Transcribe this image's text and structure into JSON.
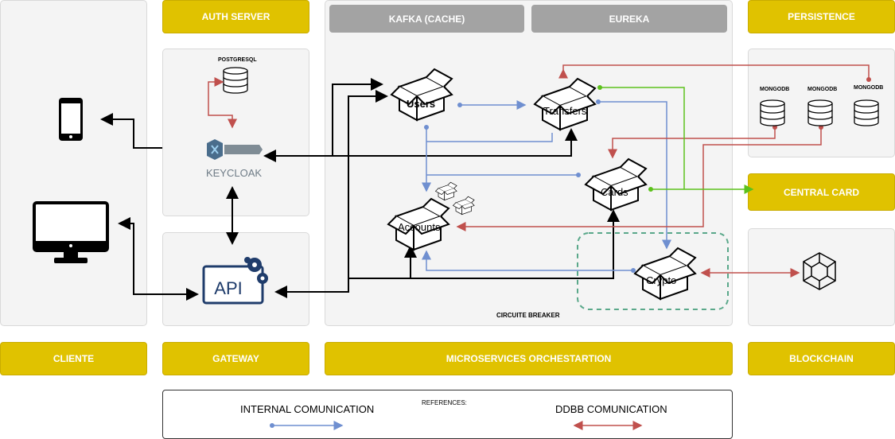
{
  "sections": {
    "cliente": "CLIENTE",
    "gateway": "GATEWAY",
    "orchestration": "MICROSERVICES ORCHESTARTION",
    "blockchain": "BLOCKCHAIN",
    "auth_server": "AUTH SERVER",
    "persistence": "PERSISTENCE",
    "central_card": "CENTRAL CARD"
  },
  "infra": {
    "kafka": "KAFKA (CACHE)",
    "eureka": "EUREKA"
  },
  "auth": {
    "db_label": "POSTGRESQL",
    "keycloak": "KEYCLOAK"
  },
  "gateway": {
    "api": "API"
  },
  "services": {
    "users": "Users",
    "transfers": "Transfers",
    "cards": "Cards",
    "accounts": "Accounts",
    "crypto": "Crypto"
  },
  "persistence": {
    "db1": "MONGODB",
    "db2": "MONGODB",
    "db3": "MONGODB"
  },
  "circuit_breaker": "CIRCUITE BREAKER",
  "legend": {
    "title": "REFERENCES:",
    "internal": "INTERNAL COMUNICATION",
    "ddbb": "DDBB COMUNICATION"
  },
  "colors": {
    "gold": "#e0c200",
    "grey_header": "#a3a3a3",
    "internal_line": "#6f8fd0",
    "ddbb_line": "#c0504d",
    "green_line": "#5cc11c",
    "circuit_breaker": "#5aa88a"
  },
  "icons": [
    "phone-icon",
    "monitor-icon",
    "database-icon",
    "keycloak-icon",
    "api-icon",
    "box-icon",
    "blockchain-icon"
  ]
}
